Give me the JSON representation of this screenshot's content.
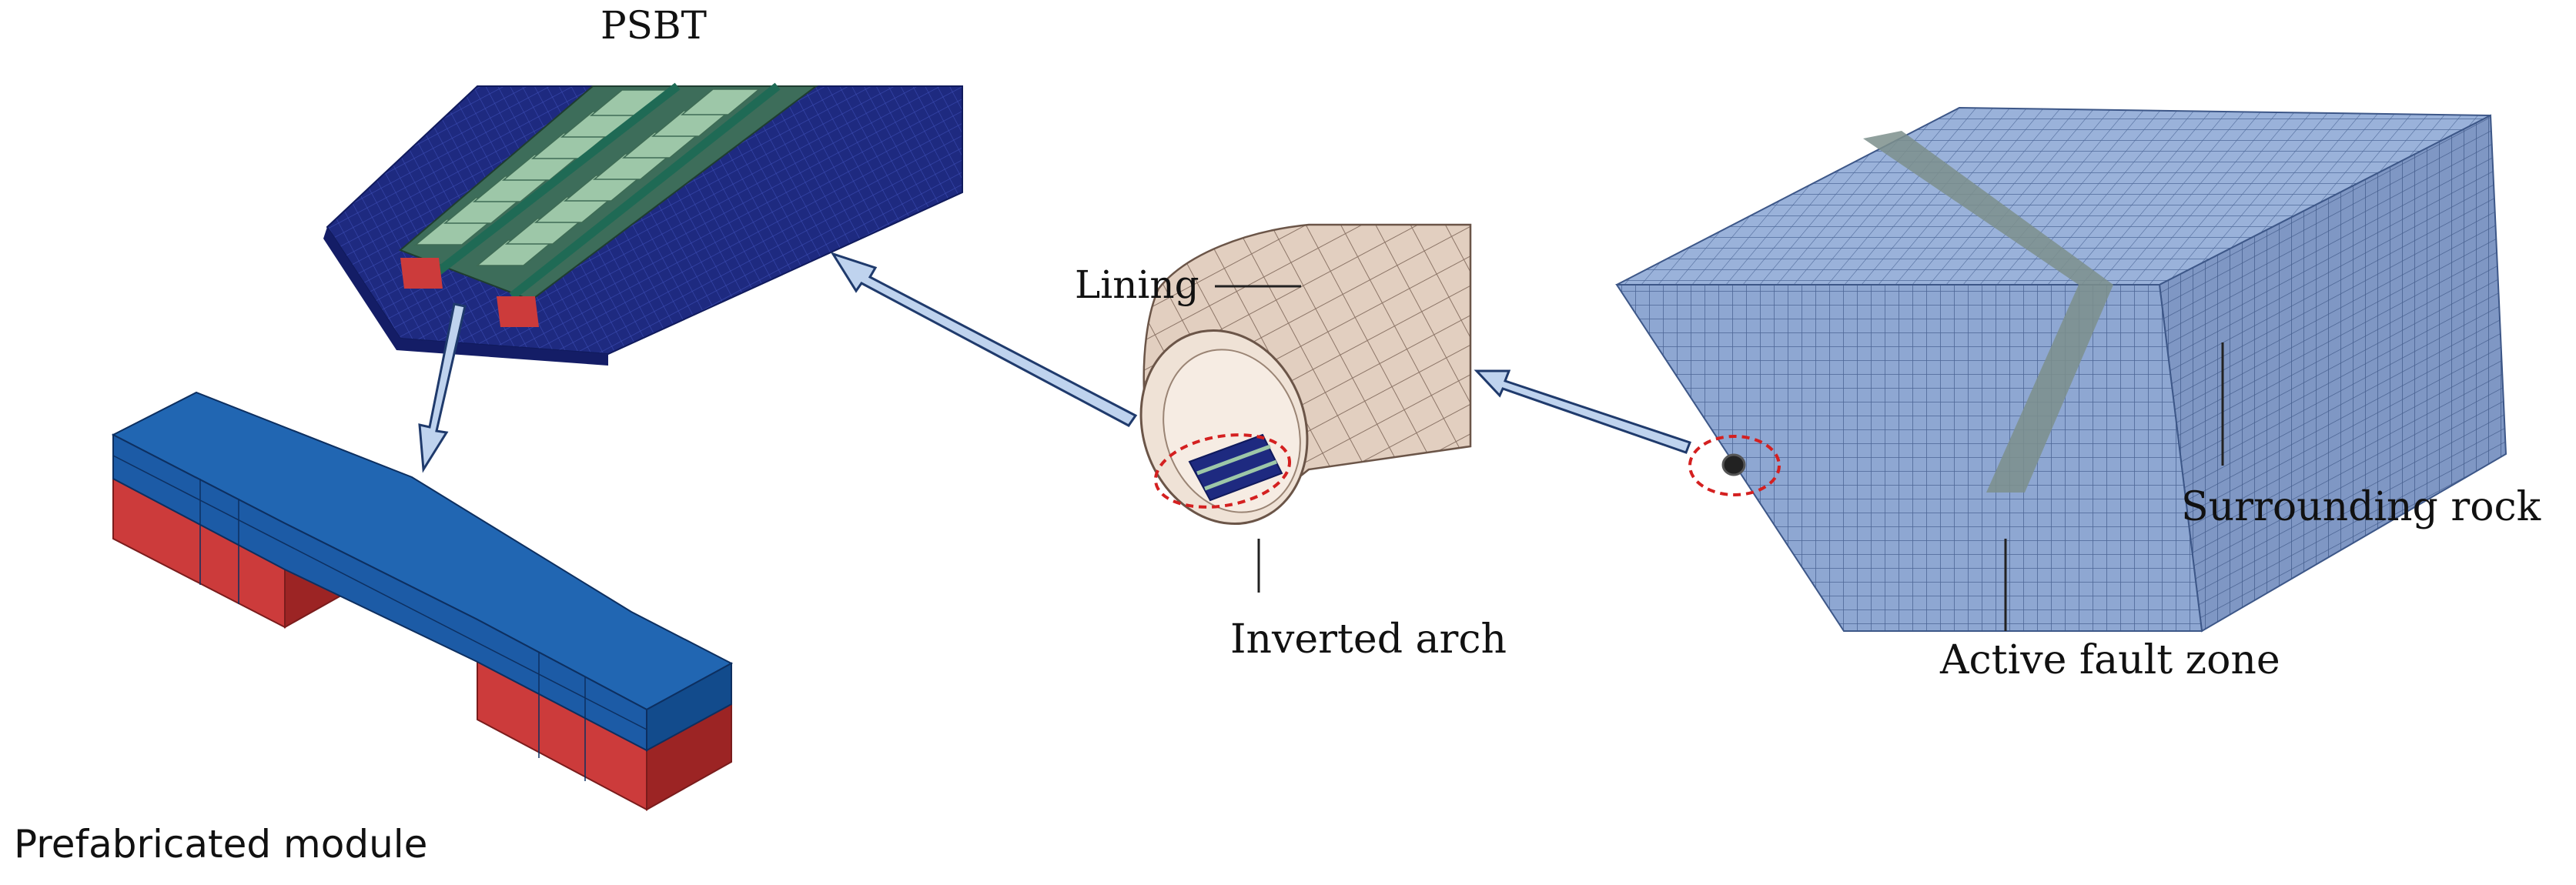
{
  "labels": {
    "psbt": "PSBT",
    "lining": "Lining",
    "inverted_arch": "Inverted arch",
    "surrounding_rock": "Surrounding rock",
    "active_fault_zone": "Active fault zone",
    "prefabricated_module": "Prefabricated module"
  },
  "colors": {
    "slab_navy": "#1e2a80",
    "module_blue": "#1c5ba6",
    "module_red": "#cc3b3b",
    "rail_green": "#1f6a55",
    "sleeper_green": "#9dc7a8",
    "lining_tan": "#e2cfc0",
    "rock_blue": "#8ea7d2",
    "fault_gray": "#7d8f8c",
    "arrow_fill": "#bfd3ee",
    "arrow_stroke": "#1f3a6c",
    "highlight_red": "#d42020"
  }
}
